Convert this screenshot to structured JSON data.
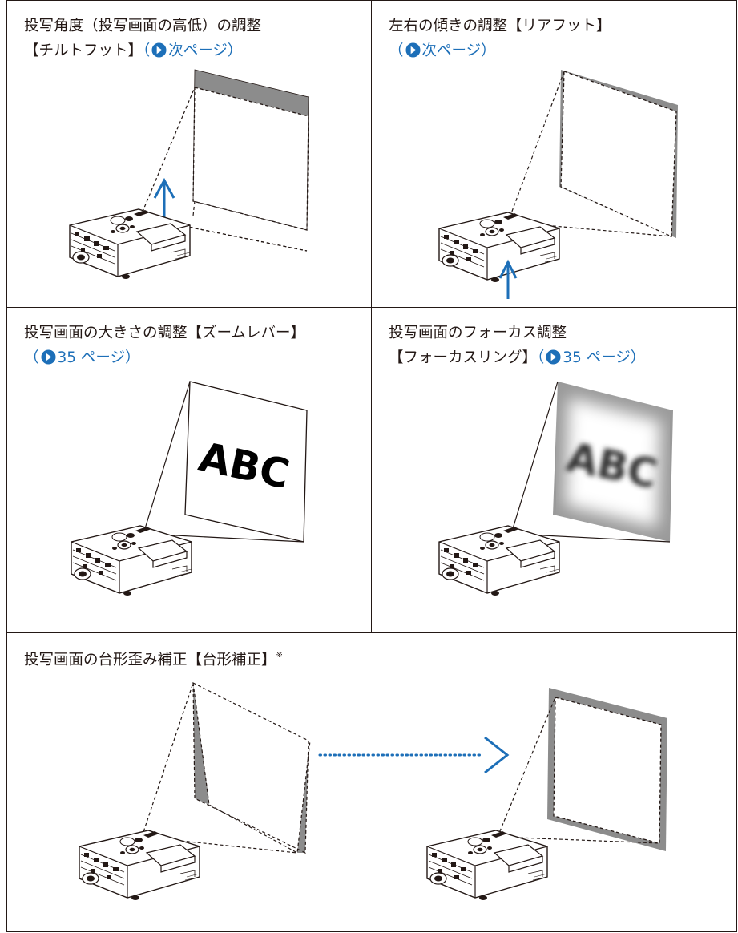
{
  "panels": {
    "tilt": {
      "title_line1": "投写角度（投写画面の高低）の調整",
      "title_line2_a": "【チルトフット】",
      "link_open": "（",
      "link_text": "次ページ）"
    },
    "rear": {
      "title_line1": "左右の傾きの調整【リアフット】",
      "link_open": "（",
      "link_text": "次ページ）"
    },
    "zoom": {
      "title_line1": "投写画面の大きさの調整【ズームレバー】",
      "link_open": "（",
      "link_text": "35 ページ）",
      "screen_text": "ABC"
    },
    "focus": {
      "title_line1": "投写画面のフォーカス調整",
      "title_line2_a": "【フォーカスリング】",
      "link_open": "（",
      "link_text": "35 ページ）",
      "screen_text": "ABC"
    },
    "keystone": {
      "title_line1": "投写画面の台形歪み補正【台形補正】",
      "note_mark": "※"
    }
  },
  "colors": {
    "text": "#231815",
    "link_blue": "#1d6fb8",
    "gray_fill": "#8c8c8c",
    "line": "#231815"
  },
  "icons": [
    "page-link-arrow-icon",
    "up-arrow-icon",
    "right-chevron-icon",
    "projector-icon"
  ]
}
